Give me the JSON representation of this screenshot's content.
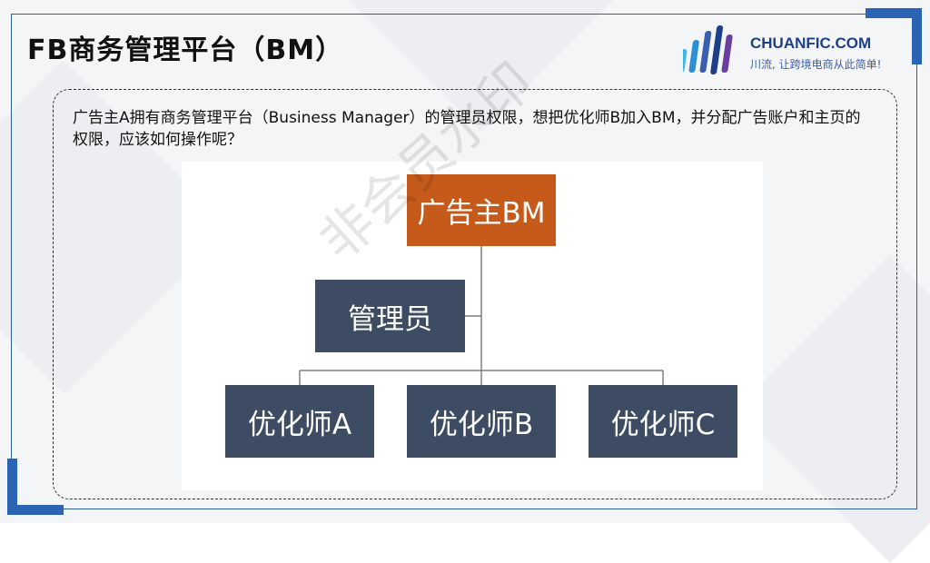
{
  "slide": {
    "title": "FB商务管理平台（BM）",
    "question": "广告主A拥有商务管理平台（Business Manager）的管理员权限，想把优化师B加入BM，并分配广告账户和主页的权限，应该如何操作呢？"
  },
  "logo": {
    "name": "CHUANFIC.COM",
    "slogan": "川流, 让跨境电商从此简单!",
    "icon": "bar-stripes-logo-icon"
  },
  "diagram": {
    "root": "广告主BM",
    "admin": "管理员",
    "optimizers": [
      "优化师A",
      "优化师B",
      "优化师C"
    ]
  },
  "watermark": "非会员水印",
  "colors": {
    "frame": "#2e5d9e",
    "corner_accent": "#2b64b5",
    "root_node": "#c55a1a",
    "child_node": "#3d4c63",
    "logo_text": "#1d3f8a"
  }
}
